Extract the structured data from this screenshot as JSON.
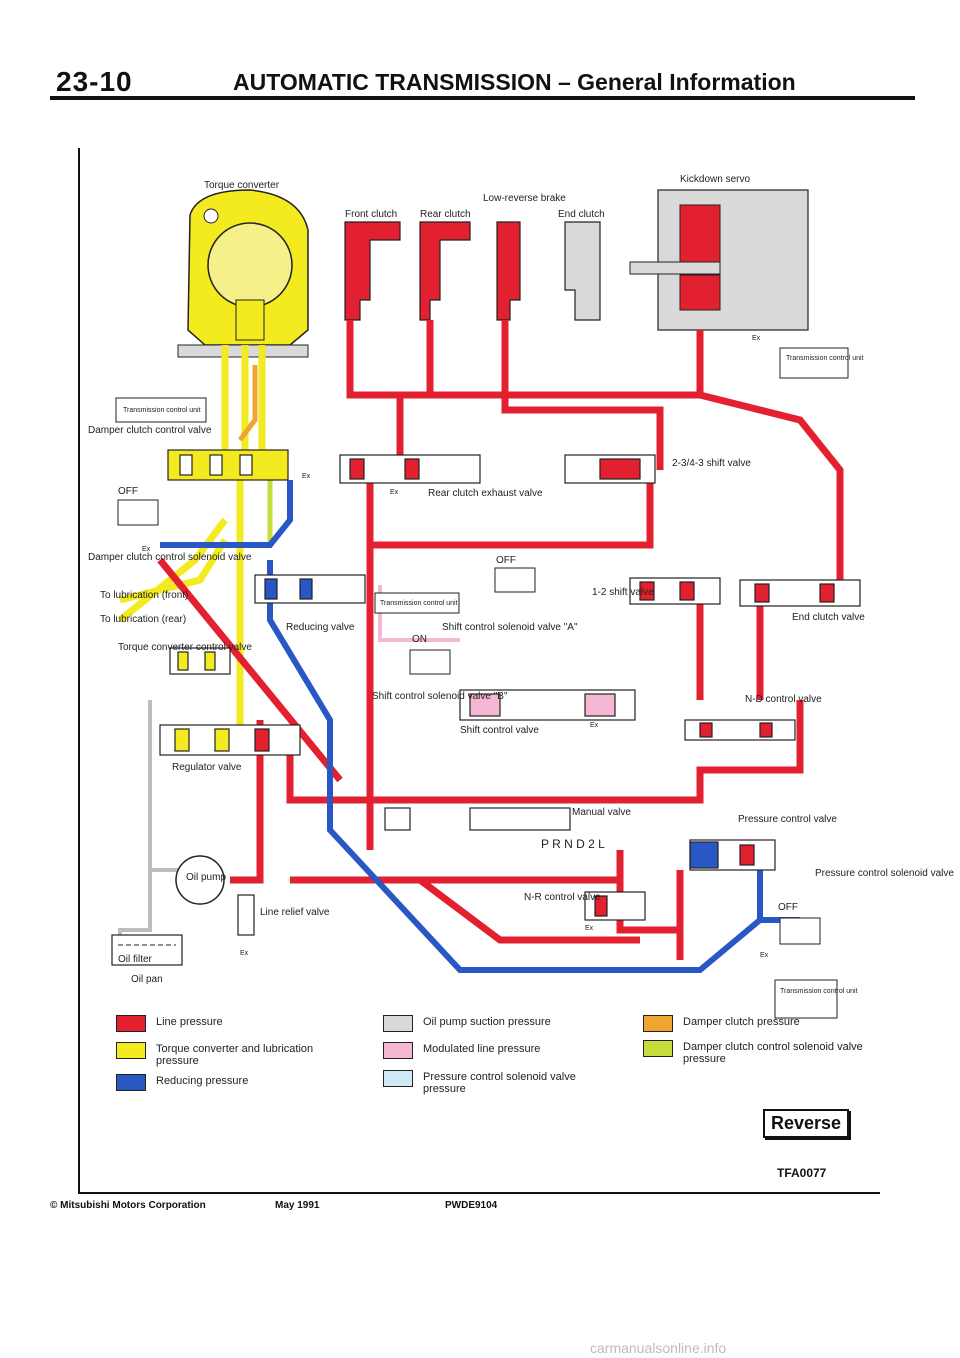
{
  "header": {
    "page_number": "23-10",
    "title": "AUTOMATIC TRANSMISSION – General Information"
  },
  "colors": {
    "line_pressure": "#e3202f",
    "torque_converter_pressure": "#f3ea1f",
    "reducing_pressure": "#2958c4",
    "oil_pump_suction": "#d9d9d9",
    "modulated_line": "#f5b8d4",
    "pressure_control_solenoid": "#cfe9f5",
    "damper_clutch": "#f0a431",
    "damper_clutch_solenoid": "#c7dd3b"
  },
  "components": {
    "torque_converter": "Torque converter",
    "front_clutch": "Front clutch",
    "rear_clutch": "Rear clutch",
    "low_reverse_brake": "Low-reverse brake",
    "end_clutch": "End clutch",
    "kickdown_servo": "Kickdown servo",
    "tcu_top_right": "Transmission control unit",
    "tcu_left": "Transmission control unit",
    "damper_clutch_control_valve": "Damper clutch control valve",
    "off_left": "OFF",
    "damper_clutch_solenoid": "Damper clutch control solenoid valve",
    "lube_front": "To lubrication (front)",
    "lube_rear": "To lubrication (rear)",
    "torque_converter_control_valve": "Torque converter control valve",
    "regulator_valve": "Regulator valve",
    "reducing_valve": "Reducing valve",
    "rear_clutch_exhaust_valve": "Rear clutch exhaust valve",
    "shift_valve_234": "2-3/4-3 shift valve",
    "off_mid": "OFF",
    "on_mid": "ON",
    "tcu_mid": "Transmission control unit",
    "shift_solenoid_a": "Shift control solenoid valve \"A\"",
    "shift_valve_12": "1-2 shift valve",
    "end_clutch_valve": "End clutch valve",
    "shift_solenoid_b": "Shift control solenoid valve \"B\"",
    "shift_control_valve": "Shift control valve",
    "nd_control_valve": "N-D control valve",
    "manual_valve": "Manual valve",
    "shift_positions": "P R N D 2 L",
    "pressure_control_valve": "Pressure control valve",
    "oil_pump": "Oil pump",
    "line_relief_valve": "Line relief valve",
    "nr_control_valve": "N-R control valve",
    "pressure_control_solenoid": "Pressure control solenoid valve",
    "off_right": "OFF",
    "tcu_bottom_right": "Transmission control unit",
    "oil_filter": "Oil filter",
    "oil_pan": "Oil pan",
    "ex": "Ex"
  },
  "legend": [
    {
      "label": "Line pressure",
      "color": "#e3202f"
    },
    {
      "label": "Torque converter and lubrication pressure",
      "color": "#f3ea1f"
    },
    {
      "label": "Reducing pressure",
      "color": "#2958c4"
    },
    {
      "label": "Oil pump suction pressure",
      "color": "#d9d9d9"
    },
    {
      "label": "Modulated line pressure",
      "color": "#f5b8d4"
    },
    {
      "label": "Pressure control solenoid valve pressure",
      "color": "#cfe9f5"
    },
    {
      "label": "Damper clutch pressure",
      "color": "#f0a431"
    },
    {
      "label": "Damper clutch control solenoid valve pressure",
      "color": "#c7dd3b"
    }
  ],
  "mode": "Reverse",
  "figure_id": "TFA0077",
  "footer": {
    "copyright": "© Mitsubishi Motors Corporation",
    "date": "May 1991",
    "doc_id": "PWDE9104"
  },
  "watermark": "carmanualsonline.info"
}
